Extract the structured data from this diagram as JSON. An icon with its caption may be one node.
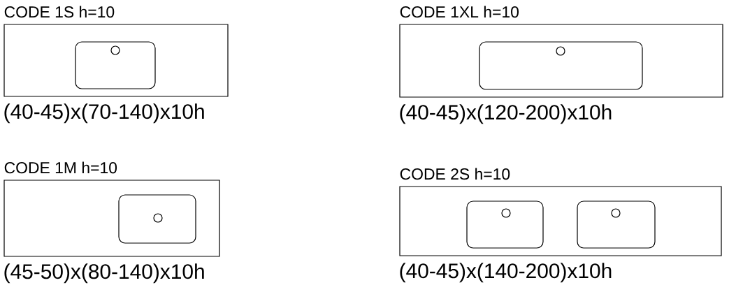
{
  "diagram": {
    "nodes": [
      {
        "text": [
          "CODE 1S h=10"
        ],
        "beside": [
          "(40-45)x(70-140)x10h"
        ]
      },
      {
        "text": [],
        "shape": "box",
        "in": 0
      },
      {
        "text": [
          "CODE 1XL h=10"
        ],
        "beside": [
          "(40-45)x(120-200)x10h"
        ]
      },
      {
        "text": [],
        "shape": "box",
        "in": 2
      },
      {
        "text": [
          "CODE 1M h=10"
        ],
        "beside": [
          "(45-50)x(80-140)x10h"
        ]
      },
      {
        "text": [],
        "shape": "box",
        "in": 4
      },
      {
        "text": [
          "CODE 2S h=10"
        ],
        "beside": [
          "(40-45)x(140-200)x10h"
        ]
      },
      {
        "text": [],
        "shape": "box",
        "in": 6
      },
      {
        "text": [],
        "shape": "box",
        "in": 6
      }
    ]
  }
}
